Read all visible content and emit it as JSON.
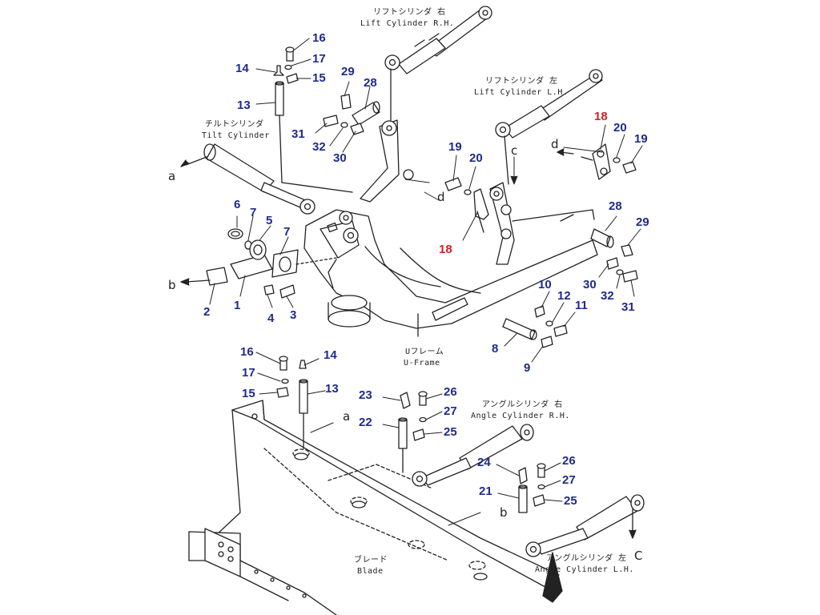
{
  "colors": {
    "callout": "#1f2a8c",
    "callout_highlight": "#d32222",
    "line": "#222222"
  },
  "part_labels": {
    "p16a": "16",
    "p14a": "14",
    "p17a": "17",
    "p15a": "15",
    "p13a": "13",
    "p29a": "29",
    "p28a": "28",
    "p31a": "31",
    "p32a": "32",
    "p30a": "30",
    "p18a": "18",
    "p20a": "20",
    "p19a": "19",
    "p19b": "19",
    "p20b": "20",
    "p18b": "18",
    "p28b": "28",
    "p29b": "29",
    "p30b": "30",
    "p32b": "32",
    "p31b": "31",
    "p6": "6",
    "p7a": "7",
    "p5": "5",
    "p7b": "7",
    "p2": "2",
    "p1": "1",
    "p4": "4",
    "p3": "3",
    "p10": "10",
    "p12": "12",
    "p11": "11",
    "p8": "8",
    "p9": "9",
    "p16b": "16",
    "p14b": "14",
    "p17b": "17",
    "p15b": "15",
    "p13b": "13",
    "p23": "23",
    "p26a": "26",
    "p27a": "27",
    "p22": "22",
    "p25a": "25",
    "p24": "24",
    "p26b": "26",
    "p27b": "27",
    "p21": "21",
    "p25b": "25"
  },
  "captions": {
    "lift_rh_jp": "リフトシリンダ 右",
    "lift_rh_en": "Lift Cylinder R.H.",
    "lift_lh_jp": "リフトシリンダ 左",
    "lift_lh_en": "Lift Cylinder L.H.",
    "tilt_jp": "チルトシリンダ",
    "tilt_en": "Tilt Cylinder",
    "uframe_jp": "Uフレーム",
    "uframe_en": "U-Frame",
    "angle_rh_jp": "アングルシリンダ 右",
    "angle_rh_en": "Angle Cylinder R.H.",
    "angle_lh_jp": "アングルシリンダ 左",
    "angle_lh_en": "Angle Cylinder L.H.",
    "blade_jp": "ブレード",
    "blade_en": "Blade"
  },
  "refs": {
    "a1": "a",
    "b1": "b",
    "c1": "c",
    "d1": "d",
    "d2": "d",
    "a2": "a",
    "b2": "b",
    "c2": "C"
  }
}
